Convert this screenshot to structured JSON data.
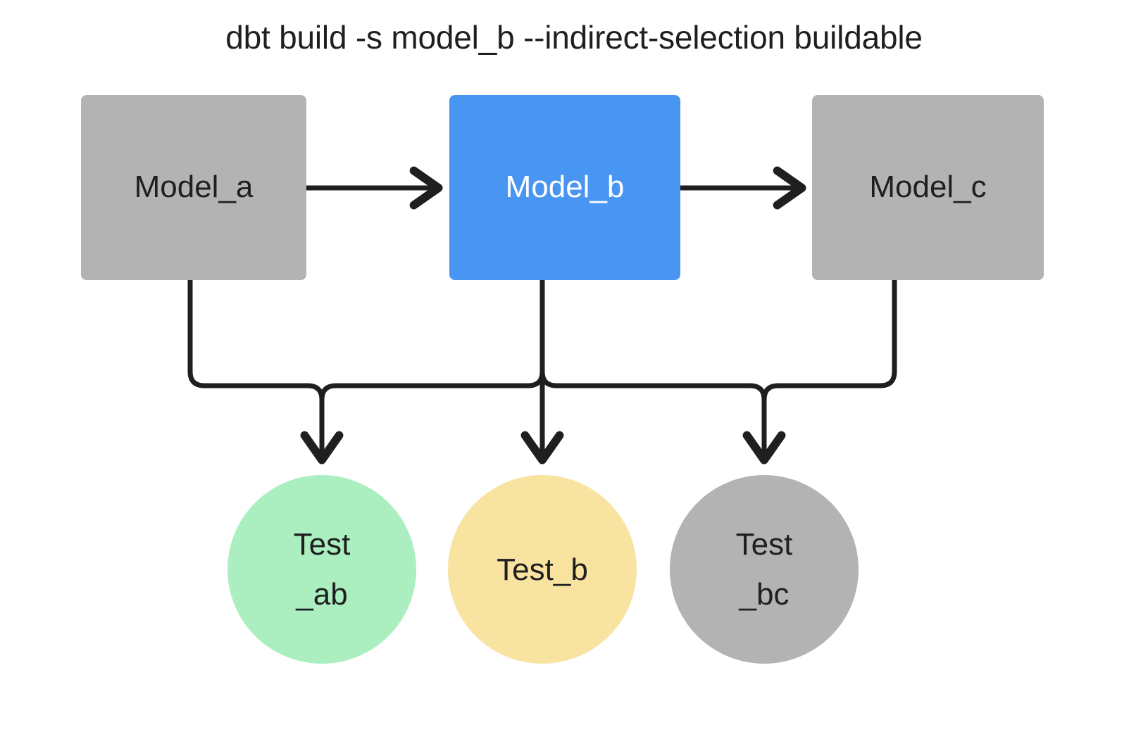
{
  "diagram": {
    "title": "dbt build -s model_b --indirect-selection buildable",
    "background": "#ffffff",
    "edge_color": "#1f1f1f",
    "nodes": {
      "model_a": {
        "label": "Model_a",
        "shape": "rect",
        "fill": "#b3b3b3",
        "text_color": "#1f1f1f",
        "selected": false
      },
      "model_b": {
        "label": "Model_b",
        "shape": "rect",
        "fill": "#4896f2",
        "text_color": "#ffffff",
        "selected": true
      },
      "model_c": {
        "label": "Model_c",
        "shape": "rect",
        "fill": "#b3b3b3",
        "text_color": "#1f1f1f",
        "selected": false
      },
      "test_ab": {
        "label_line1": "Test",
        "label_line2": "_ab",
        "shape": "circle",
        "fill": "#abefc1",
        "text_color": "#1f1f1f",
        "status": "buildable"
      },
      "test_b": {
        "label_line1": "Test_b",
        "label_line2": "",
        "shape": "circle",
        "fill": "#f8e3a0",
        "text_color": "#1f1f1f",
        "status": "selected"
      },
      "test_bc": {
        "label_line1": "Test",
        "label_line2": "_bc",
        "shape": "circle",
        "fill": "#b3b3b3",
        "text_color": "#1f1f1f",
        "status": "excluded"
      }
    },
    "edges": [
      {
        "from": "model_a",
        "to": "model_b",
        "style": "straight-arrow"
      },
      {
        "from": "model_b",
        "to": "model_c",
        "style": "straight-arrow"
      },
      {
        "from": "model_a",
        "to": "test_ab",
        "style": "elbow-arrow"
      },
      {
        "from": "model_b",
        "to": "test_ab",
        "style": "elbow-arrow"
      },
      {
        "from": "model_b",
        "to": "test_b",
        "style": "straight-arrow"
      },
      {
        "from": "model_b",
        "to": "test_bc",
        "style": "elbow-arrow"
      },
      {
        "from": "model_c",
        "to": "test_bc",
        "style": "elbow-arrow"
      }
    ]
  }
}
